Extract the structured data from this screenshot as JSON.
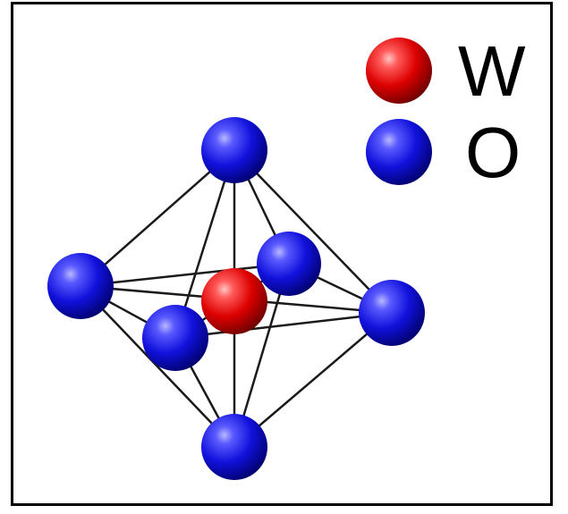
{
  "legend": {
    "items": [
      {
        "label": "W",
        "color": "#e0000a"
      },
      {
        "label": "O",
        "color": "#1414d2"
      }
    ]
  },
  "structure": {
    "central_atom": "W",
    "vertex_atom": "O",
    "vertex_count": 6,
    "bond_color": "#1a1a1a"
  }
}
